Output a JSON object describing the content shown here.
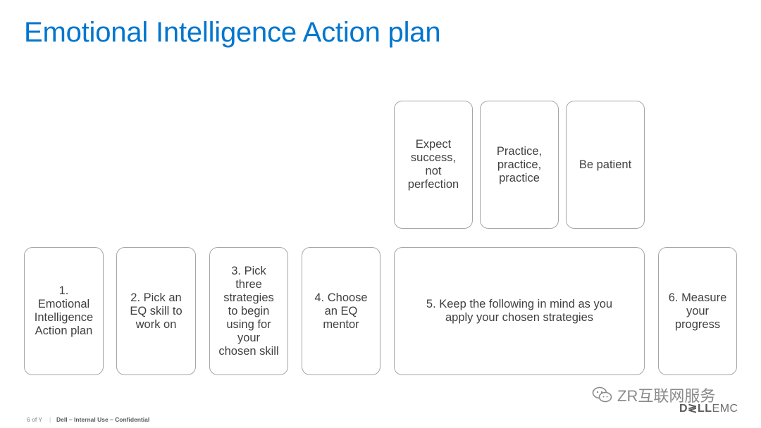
{
  "slide": {
    "title": "Emotional Intelligence Action plan"
  },
  "top_boxes": [
    "Expect\nsuccess,\nnot\nperfection",
    "Practice,\npractice,\npractice",
    "Be patient"
  ],
  "steps": [
    "1.\nEmotional\nIntelligence\nAction plan",
    "2. Pick an\nEQ skill to\nwork on",
    "3. Pick\nthree\nstrategies\nto begin\nusing for\nyour\nchosen skill",
    "4. Choose\nan EQ\nmentor",
    "5. Keep the following in mind as you\napply your chosen strategies",
    "6. Measure\nyour\nprogress"
  ],
  "footer": {
    "page": "6 of Y",
    "separator": "|",
    "classification": "Dell – Internal Use – Confidential"
  },
  "watermark": {
    "text": "ZR互联网服务",
    "icon": "wechat-icon"
  },
  "logo": {
    "brand_bold": "D≷LL",
    "brand_light": "EMC"
  }
}
